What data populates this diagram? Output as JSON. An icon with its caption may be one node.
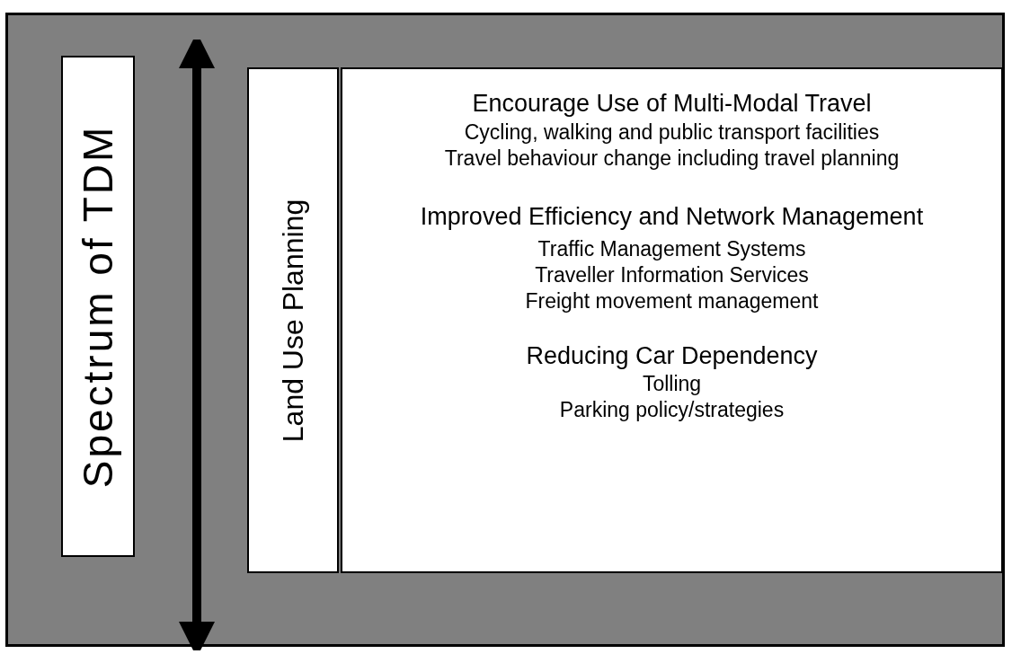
{
  "diagram": {
    "nodes": [
      {
        "text": [
          "Spectrum of TDM"
        ]
      },
      {
        "text": [
          "Land Use Planning"
        ]
      },
      {
        "text": [
          "Encourage Use of Multi-Modal Travel",
          "Cycling, walking and public transport facilities",
          "Travel behaviour change including travel planning",
          "Improved Efficiency and Network Management",
          "Traffic Management Systems",
          "Traveller Information Services",
          "Freight movement management",
          "Reducing Car Dependency",
          "Tolling",
          "Parking policy/strategies"
        ]
      }
    ]
  }
}
